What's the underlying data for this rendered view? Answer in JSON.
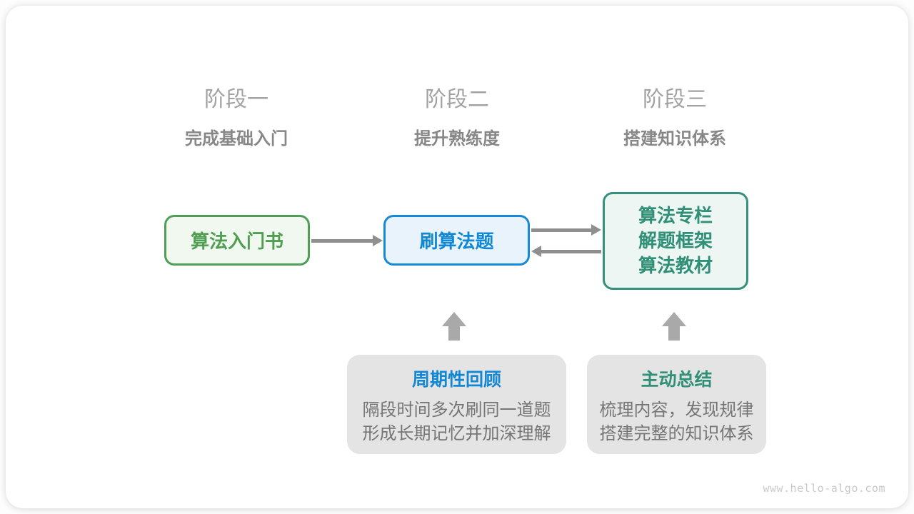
{
  "canvas": {
    "watermark": "www.hello-algo.com"
  },
  "stages": [
    {
      "label": "阶段一",
      "subtitle": "完成基础入门"
    },
    {
      "label": "阶段二",
      "subtitle": "提升熟练度"
    },
    {
      "label": "阶段三",
      "subtitle": "搭建知识体系"
    }
  ],
  "nodes": {
    "intro_book": {
      "label": "算法入门书"
    },
    "solve_problems": {
      "label": "刷算法题"
    },
    "knowledge_sources": {
      "lines": [
        "算法专栏",
        "解题框架",
        "算法教材"
      ]
    }
  },
  "edges": [
    {
      "from": "intro_book",
      "to": "solve_problems",
      "direction": "right"
    },
    {
      "from": "solve_problems",
      "to": "knowledge_sources",
      "direction": "right"
    },
    {
      "from": "knowledge_sources",
      "to": "solve_problems",
      "direction": "left"
    },
    {
      "from": "note_periodic_review",
      "to": "solve_problems",
      "direction": "up"
    },
    {
      "from": "note_active_summary",
      "to": "knowledge_sources",
      "direction": "up"
    }
  ],
  "notes": [
    {
      "title": "周期性回顾",
      "body_lines": [
        "隔段时间多次刷同一道题",
        "形成长期记忆并加深理解"
      ]
    },
    {
      "title": "主动总结",
      "body_lines": [
        "梳理内容，发现规律",
        "搭建完整的知识体系"
      ]
    }
  ],
  "colors": {
    "green_border": "#4f9e57",
    "green_bg": "#f1f8f0",
    "green_text": "#4f9e52",
    "blue_border": "#1789d6",
    "blue_bg": "#e9f3fb",
    "blue_text": "#1287d3",
    "teal_border": "#35917e",
    "teal_bg": "#eef6f3",
    "teal_text": "#2f9077",
    "arrow": "#8f8f8f",
    "block_arrow": "#a9a9a9",
    "note_bg": "#e4e4e4",
    "note_body_text": "#757575",
    "stage_label": "#a2a2a2",
    "stage_subtitle": "#878787",
    "watermark": "#c9c9c9"
  }
}
